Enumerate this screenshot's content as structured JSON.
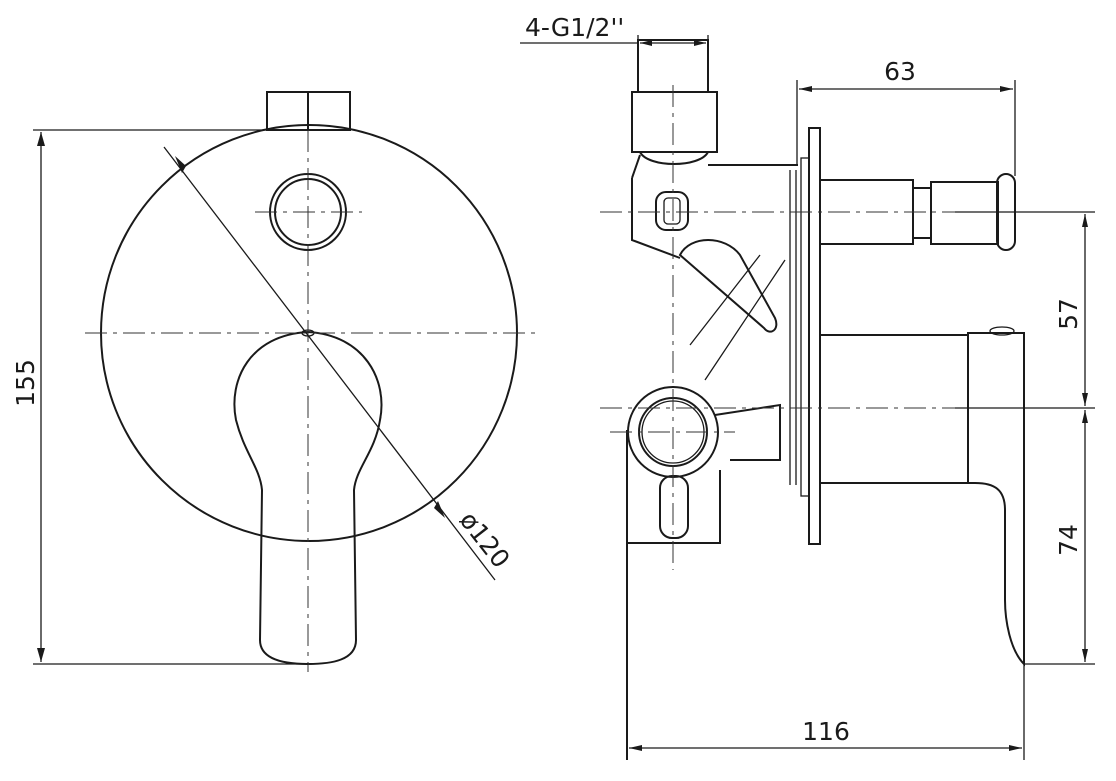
{
  "drawing": {
    "type": "technical-drawing",
    "subject": "concealed shower mixer with diverter",
    "views": [
      "front-view",
      "side-view"
    ],
    "dimensions": {
      "total_height": "155",
      "cover_diameter": "ø120",
      "thread_spec": "4-G1/2''",
      "depth_top": "63",
      "vertical_spacing": "57",
      "handle_drop": "74",
      "total_depth": "116"
    },
    "colors": {
      "line": "#1a1a1a",
      "background": "#ffffff"
    }
  }
}
